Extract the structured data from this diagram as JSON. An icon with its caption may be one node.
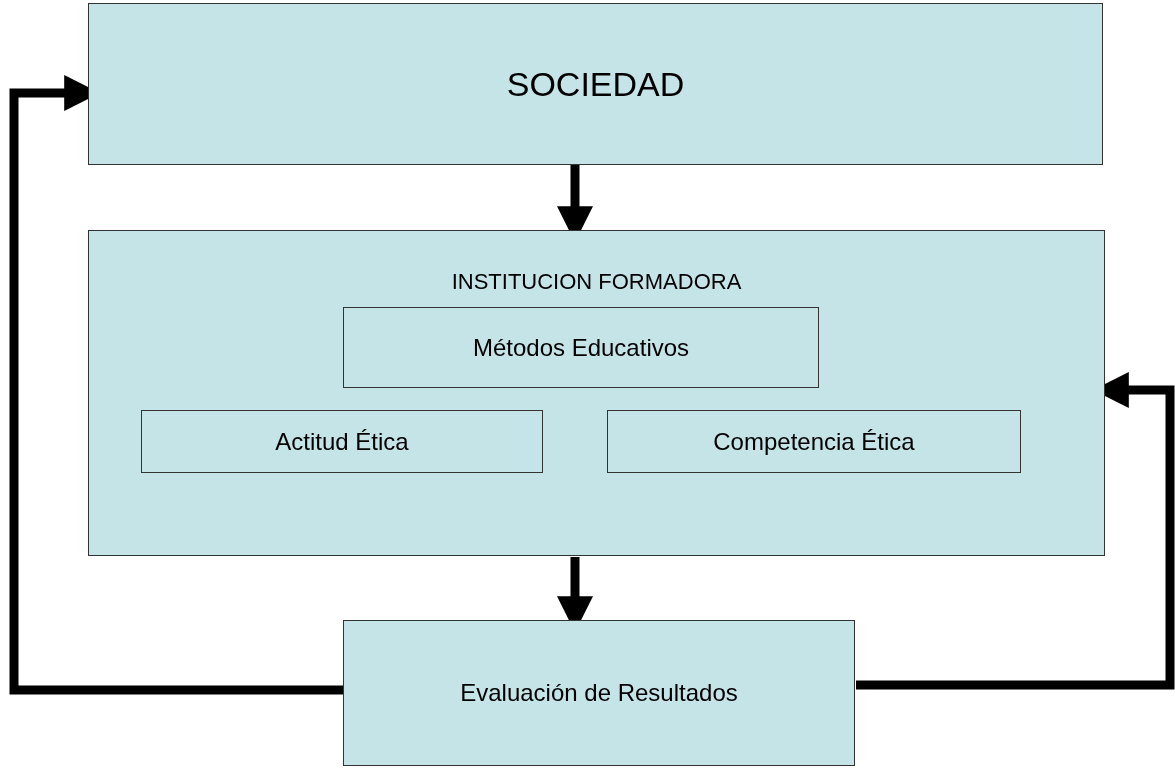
{
  "diagram": {
    "nodes": [
      {
        "text": [
          "SOCIEDAD"
        ]
      },
      {
        "text": [
          "INSTITUCION FORMADORA"
        ]
      },
      {
        "text": [
          "Métodos Educativos"
        ],
        "in": 1
      },
      {
        "text": [
          "Actitud Ética"
        ],
        "in": 1
      },
      {
        "text": [
          "Competencia Ética"
        ],
        "in": 1
      },
      {
        "text": [
          "Evaluación de Resultados"
        ]
      }
    ],
    "edges": [
      {
        "from": 0,
        "to": 1,
        "arrow": "to"
      },
      {
        "from": 1,
        "to": 5,
        "arrow": "to"
      },
      {
        "from": 5,
        "to": 0,
        "arrow": "to"
      },
      {
        "from": 5,
        "to": 1,
        "arrow": "to"
      }
    ]
  }
}
